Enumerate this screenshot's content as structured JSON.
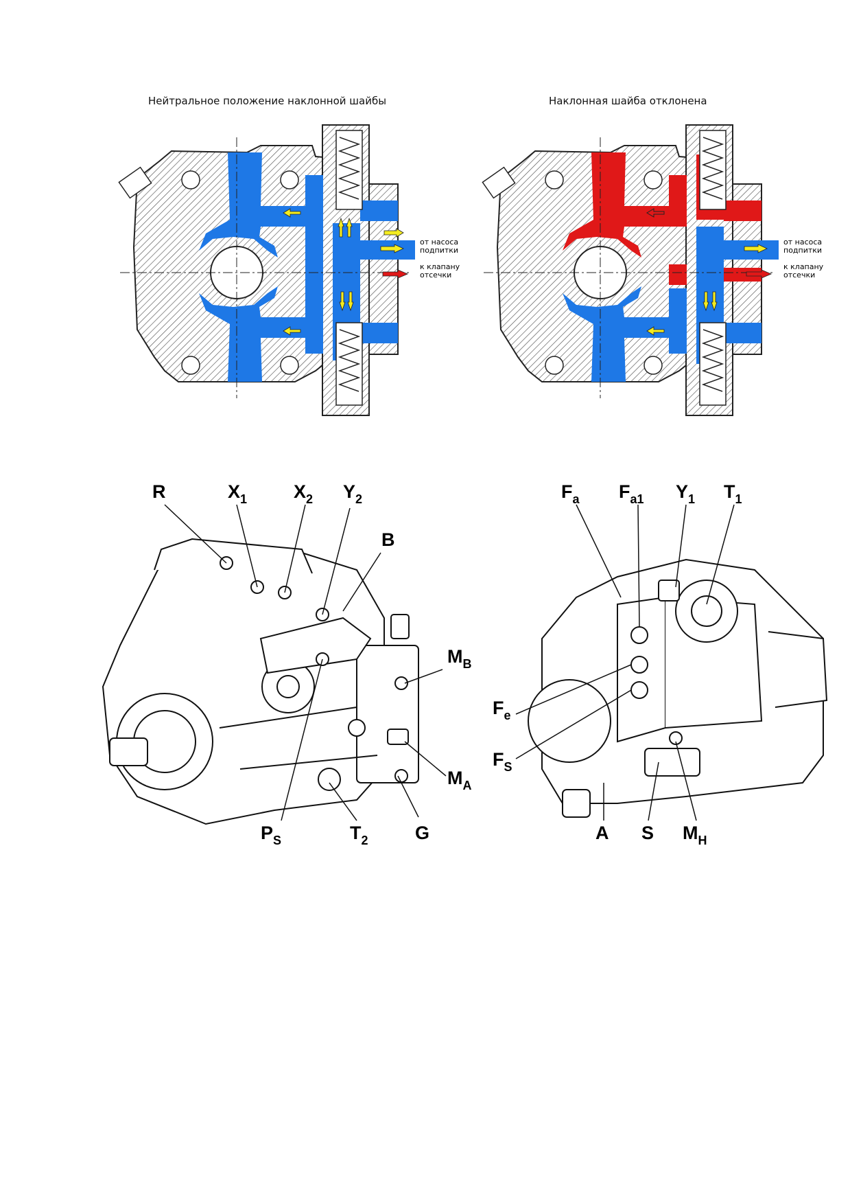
{
  "captions": {
    "neutral": "Нейтральное положение наклонной шайбы",
    "deflected": "Наклонная шайба отклонена"
  },
  "flow_labels": {
    "from_pump_line1": "от насоса",
    "from_pump_line2": "подпитки",
    "to_valve_line1": "к клапану",
    "to_valve_line2": "отсечки"
  },
  "port_labels_left": {
    "R": {
      "main": "R",
      "sub": ""
    },
    "X1": {
      "main": "X",
      "sub": "1"
    },
    "X2": {
      "main": "X",
      "sub": "2"
    },
    "Y2": {
      "main": "Y",
      "sub": "2"
    },
    "B": {
      "main": "B",
      "sub": ""
    },
    "MB": {
      "main": "M",
      "sub": "B"
    },
    "MA": {
      "main": "M",
      "sub": "A"
    },
    "PS": {
      "main": "P",
      "sub": "S"
    },
    "T2": {
      "main": "T",
      "sub": "2"
    },
    "G": {
      "main": "G",
      "sub": ""
    }
  },
  "port_labels_right": {
    "Fa": {
      "main": "F",
      "sub": "a"
    },
    "Fa1": {
      "main": "F",
      "sub": "a1"
    },
    "Y1": {
      "main": "Y",
      "sub": "1"
    },
    "T1": {
      "main": "T",
      "sub": "1"
    },
    "Fe": {
      "main": "F",
      "sub": "e"
    },
    "FS": {
      "main": "F",
      "sub": "S"
    },
    "A": {
      "main": "A",
      "sub": ""
    },
    "S": {
      "main": "S",
      "sub": ""
    },
    "MH": {
      "main": "M",
      "sub": "H"
    }
  },
  "colors": {
    "hydraulic_blue": "#1e78e6",
    "pressure_red": "#e01818",
    "arrow_yellow": "#f4ec20",
    "hatch": "#555555"
  }
}
